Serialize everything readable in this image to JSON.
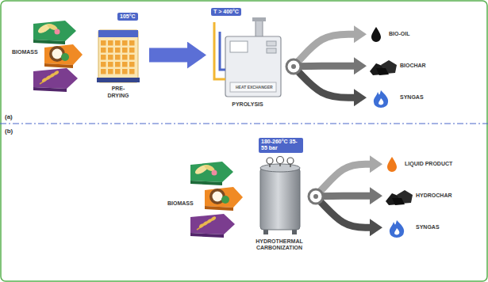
{
  "diagram": {
    "nodes": [
      {
        "text": [
          "BIOMASS"
        ]
      },
      {
        "text": [
          "105°C",
          "PRE-DRYING"
        ]
      },
      {
        "text": [
          "T > 400°C",
          "PYROLYSIS"
        ]
      },
      {
        "text": [
          "BIO-OIL"
        ]
      },
      {
        "text": [
          "BIOCHAR"
        ]
      },
      {
        "text": [
          "SYNGAS"
        ]
      },
      {
        "text": [
          "BIOMASS"
        ]
      },
      {
        "text": [
          "180-260°C 35-55 bar",
          "HYDROTHERMAL CARBONIZATION"
        ]
      },
      {
        "text": [
          "LIQUID PRODUCT"
        ]
      },
      {
        "text": [
          "HYDROCHAR"
        ]
      },
      {
        "text": [
          "SYNGAS"
        ]
      }
    ],
    "edges": [
      {
        "from": 1,
        "to": 2,
        "arrow": "to"
      },
      {
        "from": 2,
        "to": 3,
        "arrow": "to"
      },
      {
        "from": 2,
        "to": 4,
        "arrow": "to"
      },
      {
        "from": 2,
        "to": 5,
        "arrow": "to"
      },
      {
        "from": 7,
        "to": 8,
        "arrow": "to"
      },
      {
        "from": 7,
        "to": 9,
        "arrow": "to"
      },
      {
        "from": 7,
        "to": 10,
        "arrow": "to"
      }
    ],
    "labels": [
      "(a)",
      "(b)",
      "HEAT EXCHANGER"
    ]
  }
}
